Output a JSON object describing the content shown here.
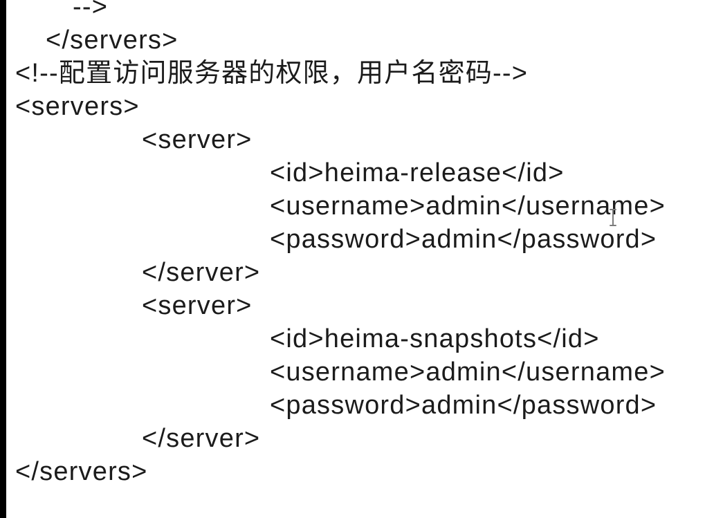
{
  "page": {
    "background_color": "#ffffff",
    "text_color": "#1b1b1b",
    "letterbox_color": "#000000",
    "cursor_color": "#7b7b7b"
  },
  "code": {
    "lines": [
      {
        "text": "-->"
      },
      {
        "text": "</servers>"
      },
      {
        "text": "<!--配置访问服务器的权限，用户名密码-->"
      },
      {
        "text": "<servers>"
      },
      {
        "text": "<server>"
      },
      {
        "text": "<id>heima-release</id>"
      },
      {
        "text": "<username>admin</username>"
      },
      {
        "text": "<password>admin</password>"
      },
      {
        "text": "</server>"
      },
      {
        "text": "<server>"
      },
      {
        "text": "<id>heima-snapshots</id>"
      },
      {
        "text": "<username>admin</username>"
      },
      {
        "text": "<password>admin</password>"
      },
      {
        "text": "</server>"
      },
      {
        "text": "</servers>"
      }
    ]
  },
  "cursor": {
    "type": "i-beam"
  }
}
